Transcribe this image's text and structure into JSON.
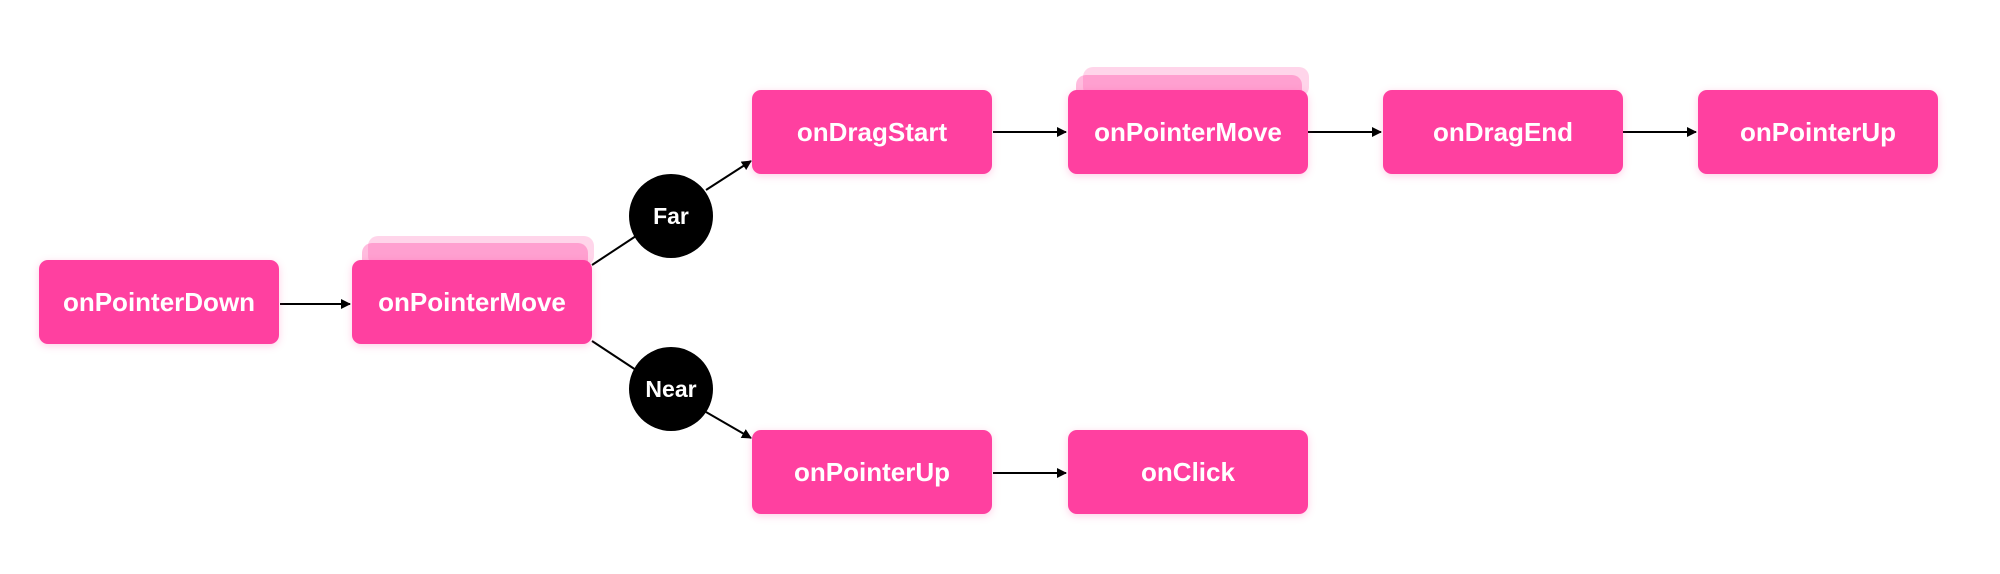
{
  "diagram": {
    "colors": {
      "node_fill": "#ff40a0",
      "node_text": "#ffffff",
      "decision_fill": "#000000",
      "decision_text": "#ffffff",
      "arrow": "#000000"
    },
    "nodes": {
      "pointer_down": "onPointerDown",
      "pointer_move_1": "onPointerMove",
      "drag_start": "onDragStart",
      "pointer_move_2": "onPointerMove",
      "drag_end": "onDragEnd",
      "pointer_up_drag": "onPointerUp",
      "pointer_up_click": "onPointerUp",
      "click": "onClick"
    },
    "decisions": {
      "far": "Far",
      "near": "Near"
    },
    "edges": [
      {
        "from": "onPointerDown",
        "to": "onPointerMove"
      },
      {
        "from": "onPointerMove",
        "to": "Far"
      },
      {
        "from": "Far",
        "to": "onDragStart"
      },
      {
        "from": "onDragStart",
        "to": "onPointerMove"
      },
      {
        "from": "onPointerMove",
        "to": "onDragEnd"
      },
      {
        "from": "onDragEnd",
        "to": "onPointerUp"
      },
      {
        "from": "onPointerMove",
        "to": "Near"
      },
      {
        "from": "Near",
        "to": "onPointerUp"
      },
      {
        "from": "onPointerUp",
        "to": "onClick"
      }
    ]
  }
}
